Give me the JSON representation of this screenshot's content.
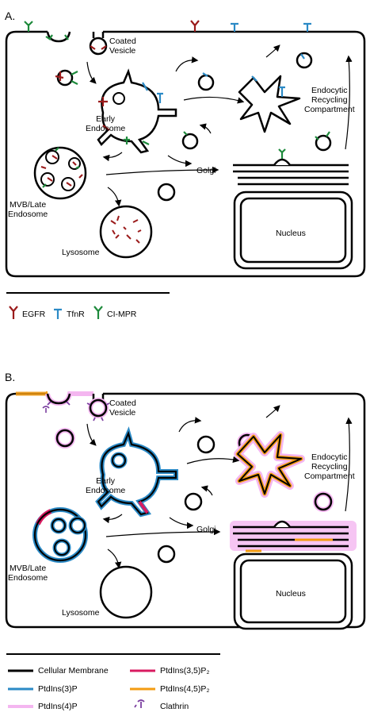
{
  "panel_a": {
    "label": "A.",
    "coated_vesicle": "Coated\nVesicle",
    "early_endosome": "Early\nEndosome",
    "endocytic_recycling": "Endocytic\nRecycling\nCompartment",
    "golgi": "Golgi",
    "mvb": "MVB/Late\nEndosome",
    "lysosome": "Lysosome",
    "nucleus": "Nucleus"
  },
  "legend_a": [
    {
      "name": "EGFR",
      "color": "#9b1b1b"
    },
    {
      "name": "TfnR",
      "color": "#2b8ac6"
    },
    {
      "name": "CI-MPR",
      "color": "#1e8a3c"
    }
  ],
  "panel_b": {
    "label": "B.",
    "coated_vesicle": "Coated\nVesicle",
    "early_endosome": "Early\nEndosome",
    "endocytic_recycling": "Endocytic\nRecycling\nCompartment",
    "golgi": "Golgi",
    "mvb": "MVB/Late\nEndosome",
    "lysosome": "Lysosome",
    "nucleus": "Nucleus"
  },
  "legend_b": [
    {
      "name": "Cellular Membrane",
      "color": "#000000"
    },
    {
      "name": "PtdIns(3,5)P₂",
      "color": "#d81b60"
    },
    {
      "name": "PtdIns(3)P",
      "color": "#2b8ac6"
    },
    {
      "name": "PtdIns(4,5)P₂",
      "color": "#f39c12"
    },
    {
      "name": "PtdIns(4)P",
      "color": "#f4b6f0"
    },
    {
      "name": "Clathrin",
      "color": "#7b3fa0"
    }
  ]
}
